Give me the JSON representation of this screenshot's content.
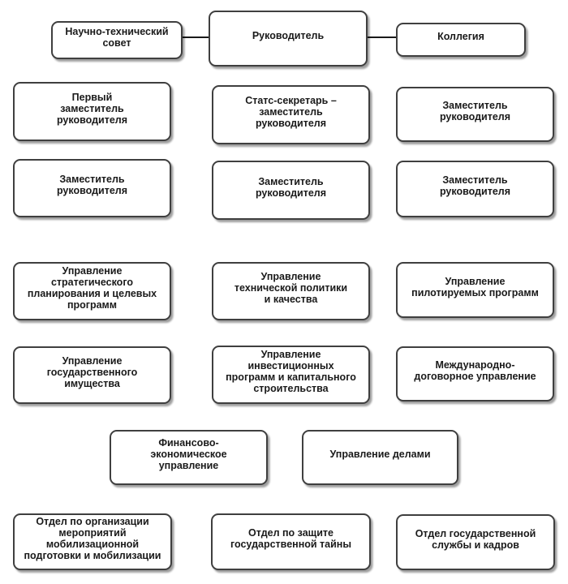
{
  "diagram": {
    "type": "org-chart",
    "language": "ru",
    "colors": {
      "background": "#ffffff",
      "box_fill": "#ffffff",
      "box_border": "#3f3f3f",
      "text": "#1a1a1a",
      "connector": "#1a1a1a",
      "shadow": "#9a9a9a"
    }
  },
  "nodes": [
    {
      "id": "sci-tech-council",
      "label": "Научно-технический\nсовет"
    },
    {
      "id": "head",
      "label": "Руководитель"
    },
    {
      "id": "collegium",
      "label": "Коллегия"
    },
    {
      "id": "first-deputy",
      "label": "Первый\nзаместитель\nруководителя"
    },
    {
      "id": "state-secretary",
      "label": "Статс-секретарь –\nзаместитель\nруководителя"
    },
    {
      "id": "deputy-1",
      "label": "Заместитель\nруководителя"
    },
    {
      "id": "deputy-2",
      "label": "Заместитель\nруководителя"
    },
    {
      "id": "deputy-3",
      "label": "Заместитель\nруководителя"
    },
    {
      "id": "deputy-4",
      "label": "Заместитель\nруководителя"
    },
    {
      "id": "strategic-planning",
      "label": "Управление\nстратегического\nпланирования и целевых\nпрограмм"
    },
    {
      "id": "technical-policy",
      "label": "Управление\nтехнической политики\nи качества"
    },
    {
      "id": "crewed-programs",
      "label": "Управление\nпилотируемых программ"
    },
    {
      "id": "state-property",
      "label": "Управление\nгосударственного\nимущества"
    },
    {
      "id": "investment-programs",
      "label": "Управление\nинвестиционных\nпрограмм и капитального\nстроительства"
    },
    {
      "id": "international-treaty",
      "label": "Международно-\nдоговорное управление"
    },
    {
      "id": "finance-economic",
      "label": "Финансово-\nэкономическое\nуправление"
    },
    {
      "id": "administration",
      "label": "Управление делами"
    },
    {
      "id": "mobilization-dept",
      "label": "Отдел по организации\nмероприятий\nмобилизационной\nподготовки и мобилизации"
    },
    {
      "id": "state-secrets-dept",
      "label": "Отдел по защите\nгосударственной тайны"
    },
    {
      "id": "civil-service-dept",
      "label": "Отдел государственной\nслужбы и кадров"
    }
  ]
}
